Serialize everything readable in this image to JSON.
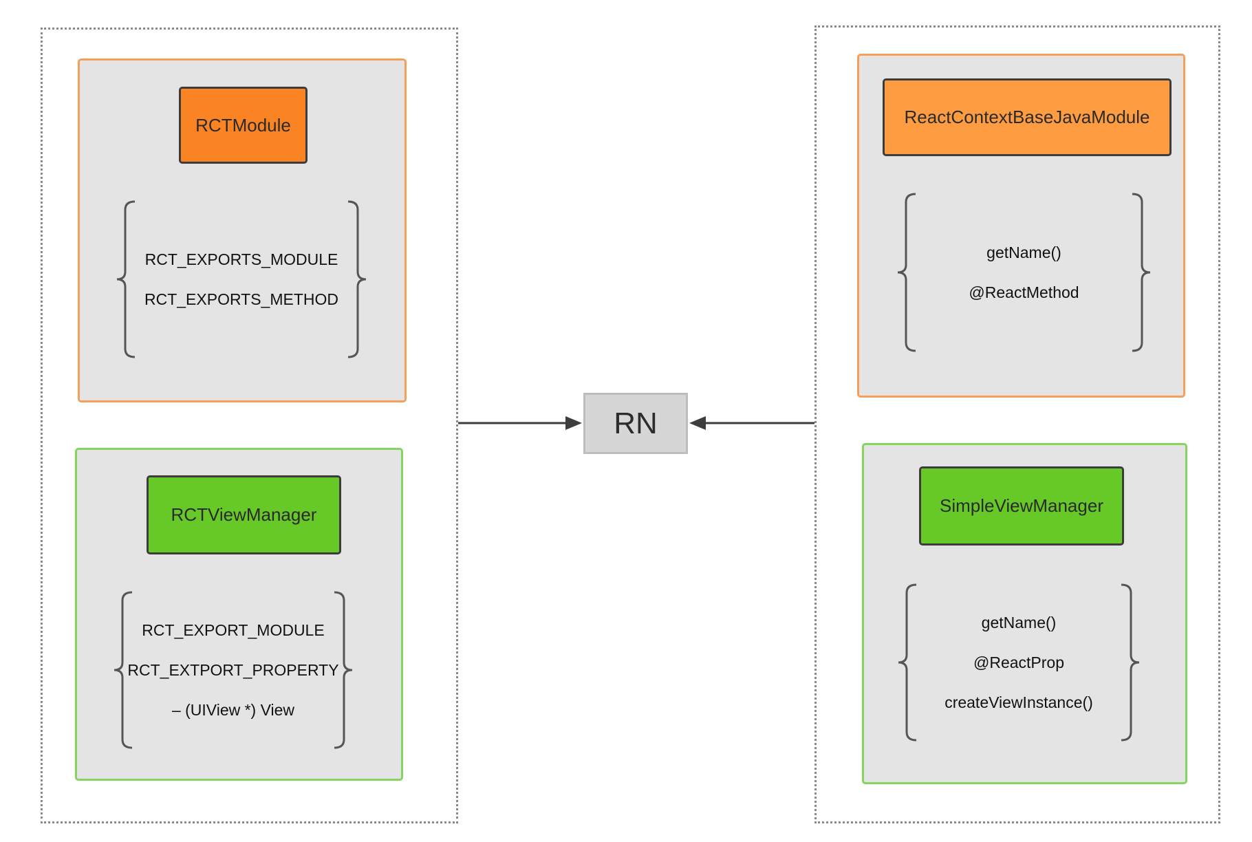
{
  "center": {
    "label": "RN"
  },
  "ios": {
    "module": {
      "title": "RCTModule",
      "items": [
        "RCT_EXPORTS_MODULE",
        "RCT_EXPORTS_METHOD"
      ]
    },
    "view_manager": {
      "title": "RCTViewManager",
      "items": [
        "RCT_EXPORT_MODULE",
        "RCT_EXTPORT_PROPERTY",
        "– (UIView *) View"
      ]
    }
  },
  "android": {
    "module": {
      "title": "ReactContextBaseJavaModule",
      "items": [
        "getName()",
        "@ReactMethod"
      ]
    },
    "view_manager": {
      "title": "SimpleViewManager",
      "items": [
        "getName()",
        "@ReactProp",
        "createViewInstance()"
      ]
    }
  },
  "colors": {
    "module_accent": "#fa8324",
    "view_manager_accent": "#67c927",
    "node_fill": "#d6d6d6"
  }
}
